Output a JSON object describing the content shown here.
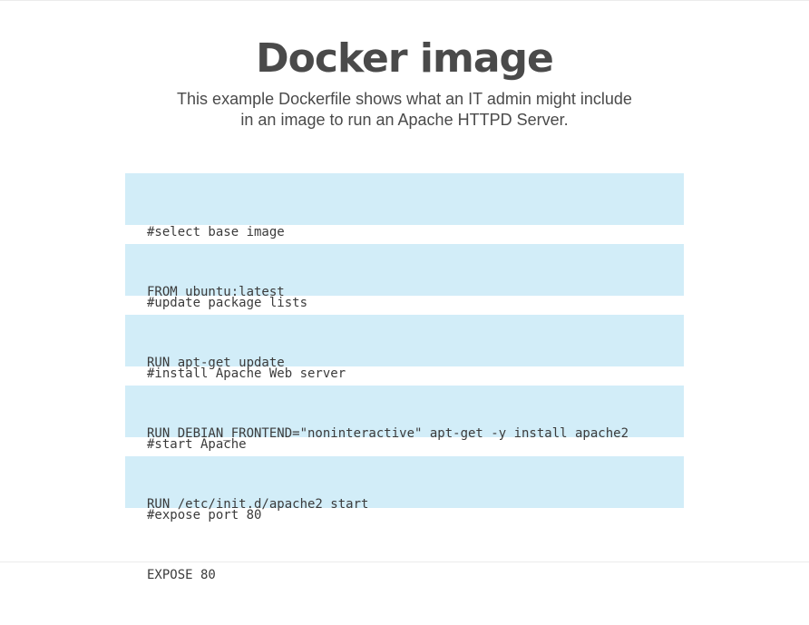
{
  "header": {
    "title": "Docker image",
    "subtitle_line1": "This example Dockerfile shows what an IT admin might include",
    "subtitle_line2": "in an image to run an Apache HTTPD Server."
  },
  "blocks": [
    {
      "comment": "#select base image",
      "command": "FROM ubuntu:latest"
    },
    {
      "comment": "#update package lists",
      "command": "RUN apt-get update"
    },
    {
      "comment": "#install Apache Web server",
      "command": "RUN DEBIAN_FRONTEND=\"noninteractive\" apt-get -y install apache2"
    },
    {
      "comment": "#start Apache",
      "command": "RUN /etc/init.d/apache2 start"
    },
    {
      "comment": "#expose port 80",
      "command": "EXPOSE 80"
    }
  ],
  "colors": {
    "block_background": "#d2edf8",
    "text": "#4a4a4a"
  }
}
